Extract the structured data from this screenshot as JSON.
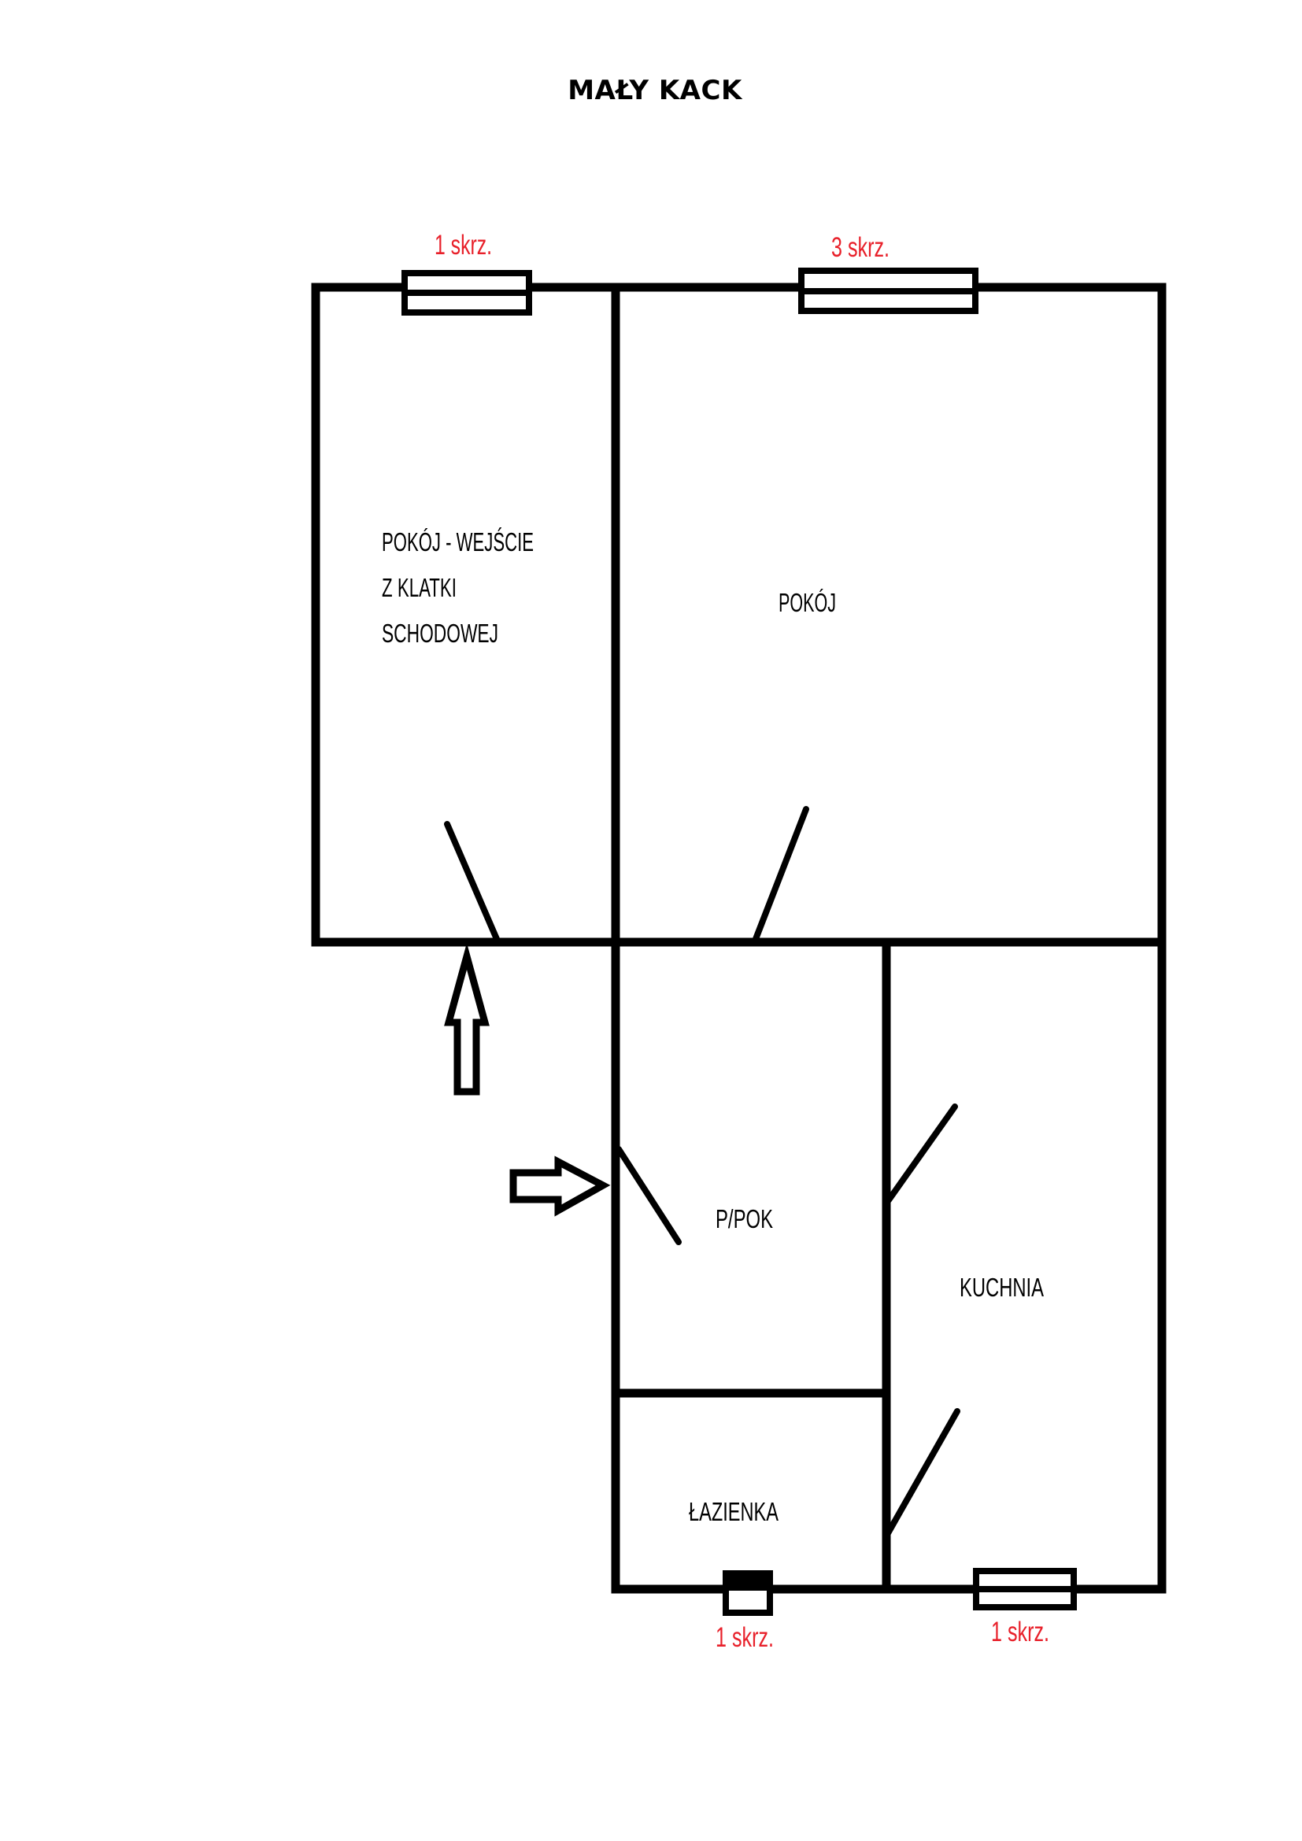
{
  "title": "MAŁY KACK",
  "colors": {
    "walls": "#000000",
    "window_labels": "#e8202a",
    "background": "#ffffff"
  },
  "rooms": {
    "entry_room": {
      "name_lines": [
        "POKÓJ - WEJŚCIE",
        "Z KLATKI",
        "SCHODOWEJ"
      ]
    },
    "room": {
      "name": "POKÓJ"
    },
    "hallway": {
      "name": "P/POK"
    },
    "kitchen": {
      "name": "KUCHNIA"
    },
    "bathroom": {
      "name": "ŁAZIENKA"
    }
  },
  "windows": {
    "entry_room": {
      "label": "1 skrz."
    },
    "room": {
      "label": "3 skrz."
    },
    "bathroom": {
      "label": "1 skrz."
    },
    "kitchen": {
      "label": "1 skrz."
    }
  },
  "entrances": [
    {
      "name": "staircase-entrance",
      "icon": "arrow-up-icon"
    },
    {
      "name": "hallway-entrance",
      "icon": "arrow-right-icon"
    }
  ]
}
